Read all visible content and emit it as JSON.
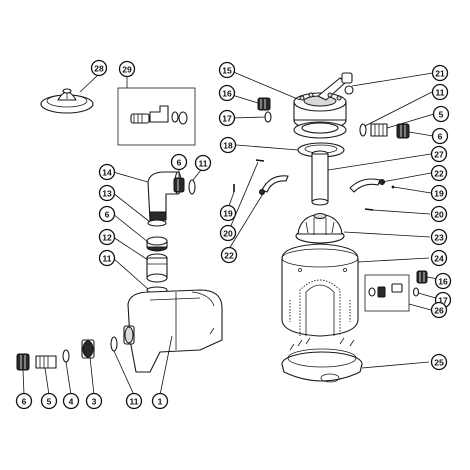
{
  "callouts": [
    {
      "key": "28a",
      "label": "28"
    },
    {
      "key": "29a",
      "label": "29"
    },
    {
      "key": "15a",
      "label": "15"
    },
    {
      "key": "21a",
      "label": "21"
    },
    {
      "key": "16a",
      "label": "16"
    },
    {
      "key": "11a",
      "label": "11"
    },
    {
      "key": "17a",
      "label": "17"
    },
    {
      "key": "5a",
      "label": "5"
    },
    {
      "key": "6a",
      "label": "6"
    },
    {
      "key": "18a",
      "label": "18"
    },
    {
      "key": "27a",
      "label": "27"
    },
    {
      "key": "14a",
      "label": "14"
    },
    {
      "key": "6b",
      "label": "6"
    },
    {
      "key": "11b",
      "label": "11"
    },
    {
      "key": "22a",
      "label": "22"
    },
    {
      "key": "19a",
      "label": "19"
    },
    {
      "key": "13a",
      "label": "13"
    },
    {
      "key": "19b",
      "label": "19"
    },
    {
      "key": "20a",
      "label": "20"
    },
    {
      "key": "6c",
      "label": "6"
    },
    {
      "key": "20b",
      "label": "20"
    },
    {
      "key": "12a",
      "label": "12"
    },
    {
      "key": "23a",
      "label": "23"
    },
    {
      "key": "22b",
      "label": "22"
    },
    {
      "key": "11c",
      "label": "11"
    },
    {
      "key": "24a",
      "label": "24"
    },
    {
      "key": "16b",
      "label": "16"
    },
    {
      "key": "17b",
      "label": "17"
    },
    {
      "key": "26a",
      "label": "26"
    },
    {
      "key": "25a",
      "label": "25"
    },
    {
      "key": "6d",
      "label": "6"
    },
    {
      "key": "5b",
      "label": "5"
    },
    {
      "key": "4a",
      "label": "4"
    },
    {
      "key": "3a",
      "label": "3"
    },
    {
      "key": "11d",
      "label": "11"
    },
    {
      "key": "1a",
      "label": "1"
    }
  ]
}
